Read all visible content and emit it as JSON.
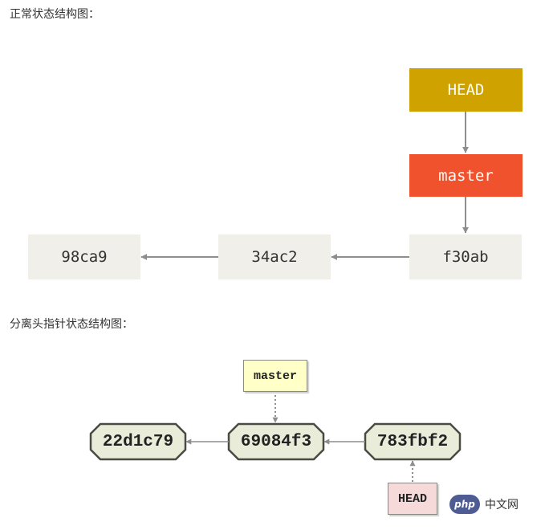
{
  "captions": {
    "normal": "正常状态结构图：",
    "detached": "分离头指针状态结构图："
  },
  "diagram_normal": {
    "commits": [
      "98ca9",
      "34ac2",
      "f30ab"
    ],
    "head_label": "HEAD",
    "branch_label": "master",
    "colors": {
      "head": "#cfa200",
      "branch": "#f0522d",
      "commit": "#f0efea",
      "arrow": "#8e8e8e"
    }
  },
  "diagram_detached": {
    "commits": [
      "22d1c79",
      "69084f3",
      "783fbf2"
    ],
    "branch_label": "master",
    "head_label": "HEAD",
    "colors": {
      "commit_fill": "#e8ecd8",
      "branch_fill": "#ffffc8",
      "head_fill": "#f6dada",
      "arrow": "#8e8e8e"
    }
  },
  "watermark": {
    "logo_text": "php",
    "site_text": "中文网"
  }
}
